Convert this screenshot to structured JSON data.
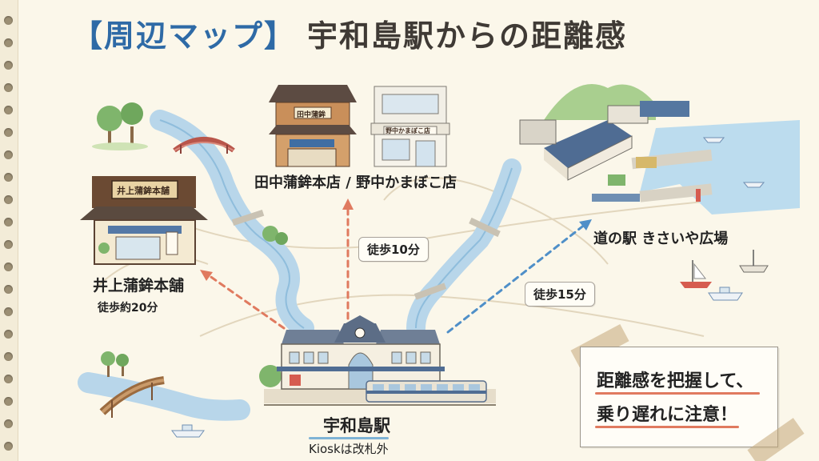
{
  "title": {
    "bracket_left": "【",
    "heading": "周辺マップ",
    "bracket_right": "】",
    "subtitle": "宇和島駅からの距離感"
  },
  "places": {
    "tanaka_nonaka": {
      "name": "田中蒲鉾本店 / 野中かまぼこ店",
      "walk": "徒歩10分",
      "sign_tanaka": "田中蒲鉾",
      "sign_nonaka": "野中かまぼこ店"
    },
    "inoue": {
      "name": "井上蒲鉾本舗",
      "walk": "徒歩約20分",
      "sign": "井上蒲鉾本舗"
    },
    "michinoeki": {
      "name": "道の駅 きさいや広場",
      "walk": "徒歩15分"
    },
    "station": {
      "name": "宇和島駅",
      "note": "Kioskは改札外"
    }
  },
  "memo": {
    "line1": "距離感を把握して、",
    "line2": "乗り遅れに注意！"
  },
  "icons": [
    "tree-icon",
    "bridge-icon",
    "shop-icon",
    "station-icon",
    "train-icon",
    "boat-icon",
    "mountain-icon",
    "clock-icon"
  ],
  "colors": {
    "accent_blue": "#2e6aa6",
    "route_red": "#e07a5f",
    "route_blue": "#4f8fc8",
    "river": "#9cc7e3",
    "paper": "#fbf7ea"
  }
}
